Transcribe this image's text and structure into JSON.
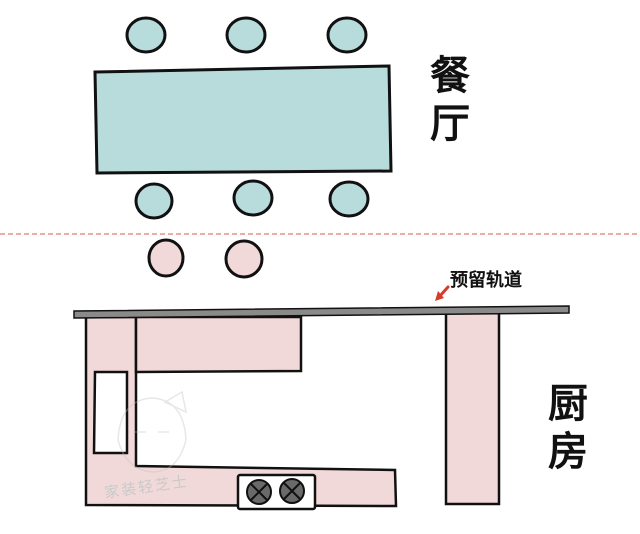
{
  "labels": {
    "dining_room": "餐厅",
    "kitchen": "厨房",
    "rail_note": "预留轨道",
    "watermark": "家装轻芝士"
  },
  "colors": {
    "table": "#b8dbdc",
    "dining_chair": "#b8dbdc",
    "kitchen_counter": "#f2d9d9",
    "bar_stool": "#f2d9d9",
    "rail": "#8a8a8a",
    "divider": "#e05a4a",
    "arrow": "#d93a2a",
    "outline": "#111111"
  },
  "icons": [
    "stove-burner-icon",
    "arrow-icon"
  ]
}
